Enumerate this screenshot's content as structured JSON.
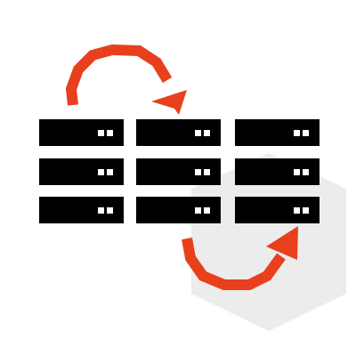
{
  "illustration": {
    "subject": "server-migration-icon",
    "server_units": {
      "rows": 3,
      "columns": 3,
      "status_lights_per_unit": 2
    },
    "arrows": [
      {
        "name": "arrow-top",
        "direction": "clockwise"
      },
      {
        "name": "arrow-bottom",
        "direction": "counterclockwise"
      }
    ]
  },
  "colors": {
    "background": "#ffffff",
    "server_body": "#000000",
    "status_light": "#ffffff",
    "arrow": "#e8401c",
    "hexagon": "#ececec"
  },
  "icons": {
    "hexagon": "hexagon-background-icon",
    "server": "server-unit-icon",
    "arrow": "curved-arrow-icon"
  }
}
